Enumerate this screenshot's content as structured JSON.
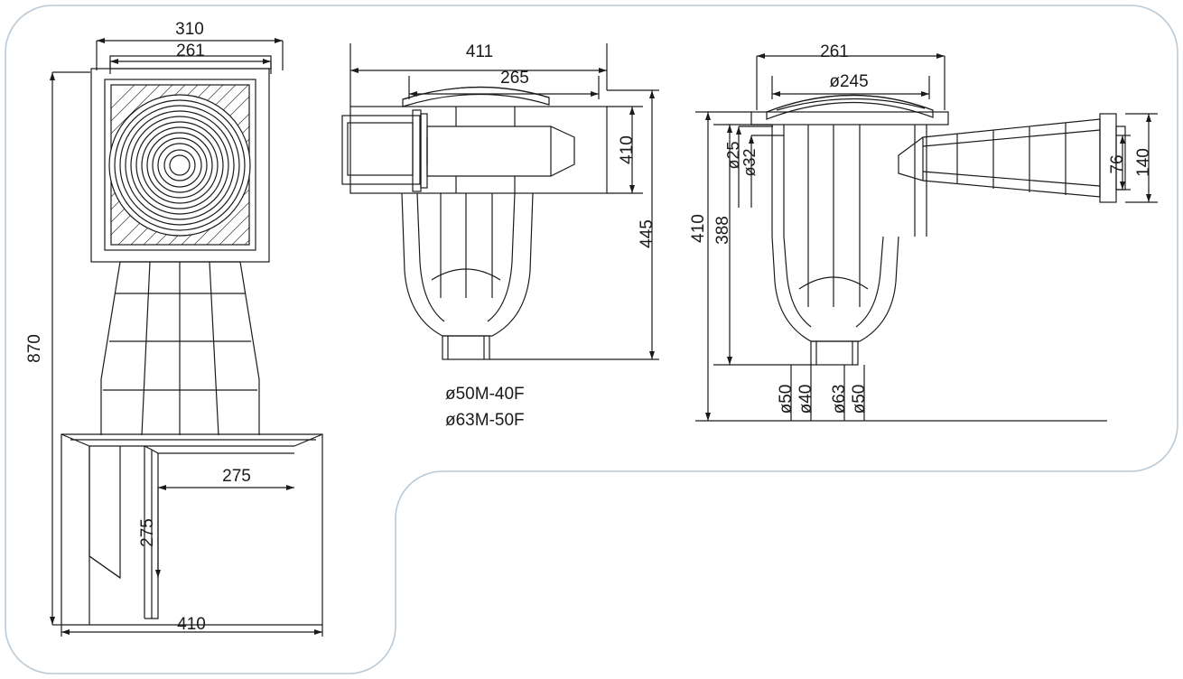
{
  "drawing": {
    "title": "Technical dimension drawing - pool skimmer / drain assembly",
    "views": [
      {
        "name": "front-view",
        "id": "view-left"
      },
      {
        "name": "section-view",
        "id": "view-middle"
      },
      {
        "name": "side-view",
        "id": "view-right"
      }
    ]
  },
  "colors": {
    "line": "#1a1a1a",
    "dim_line": "#1a1a1a",
    "frame": "#b9c9d6",
    "background": "#ffffff"
  },
  "labels": {
    "left": {
      "top_outer": "310",
      "top_inner": "261",
      "height": "870",
      "inner_width": "275",
      "inner_height": "275",
      "base_width": "410"
    },
    "middle": {
      "top_outer": "411",
      "top_inner": "265",
      "body_height": "410",
      "total_height": "445",
      "outlet_1": "ø50M-40F",
      "outlet_2": "ø63M-50F"
    },
    "right": {
      "top_outer": "261",
      "top_diameter": "ø245",
      "port_small": "ø25",
      "port_large": "ø32",
      "total_height": "410",
      "body_height": "388",
      "nozzle_height": "76",
      "nozzle_overall": "140",
      "bottom_1": "ø50",
      "bottom_2": "ø40",
      "bottom_3": "ø63",
      "bottom_4": "ø50"
    }
  }
}
